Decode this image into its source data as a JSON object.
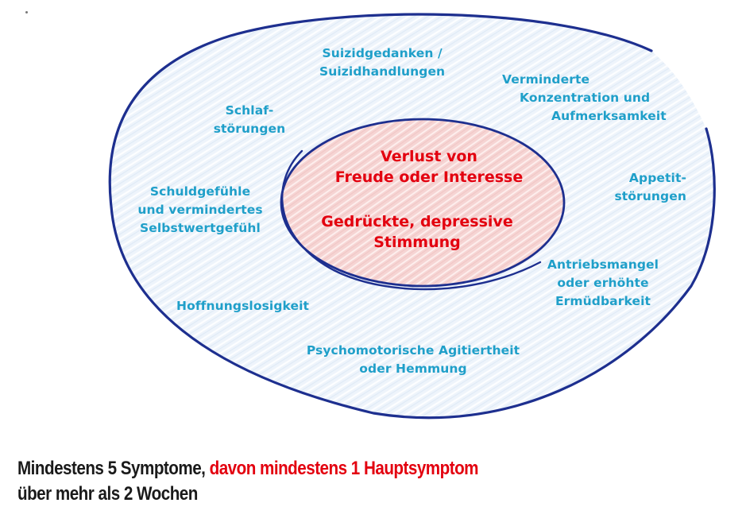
{
  "colors": {
    "symptom_text": "#1f9fc9",
    "core_text": "#e3000f",
    "outline": "#1d2f8f",
    "outer_fill": "#eef4fb",
    "inner_fill": "#f6d6d6",
    "footer_text": "#1a1a1a",
    "footer_highlight": "#e3000f"
  },
  "core_symptoms": [
    {
      "lines": [
        "Verlust von",
        "Freude oder Interesse"
      ]
    },
    {
      "lines": [
        "Gedrückte, depressive",
        "Stimmung"
      ]
    }
  ],
  "secondary_symptoms": [
    {
      "id": "suizid",
      "lines": [
        "Suizidgedanken /",
        "Suizidhandlungen"
      ]
    },
    {
      "id": "konzentration",
      "lines": [
        "Verminderte",
        "Konzentration und",
        "Aufmerksamkeit"
      ]
    },
    {
      "id": "schlaf",
      "lines": [
        "Schlaf-",
        "störungen"
      ]
    },
    {
      "id": "appetit",
      "lines": [
        "Appetit-",
        "störungen"
      ]
    },
    {
      "id": "schuld",
      "lines": [
        "Schuldgefühle",
        "und vermindertes",
        "Selbstwertgefühl"
      ]
    },
    {
      "id": "antrieb",
      "lines": [
        "Antriebsmangel",
        "oder erhöhte",
        "Ermüdbarkeit"
      ]
    },
    {
      "id": "hoffnung",
      "lines": [
        "Hoffnungslosigkeit"
      ]
    },
    {
      "id": "psychomotorik",
      "lines": [
        "Psychomotorische Agitiertheit",
        "oder Hemmung"
      ]
    }
  ],
  "footer": {
    "part1": "Mindestens 5 Symptome, ",
    "part2": "davon mindestens 1 Hauptsymptom",
    "line2": "über mehr als 2 Wochen"
  }
}
